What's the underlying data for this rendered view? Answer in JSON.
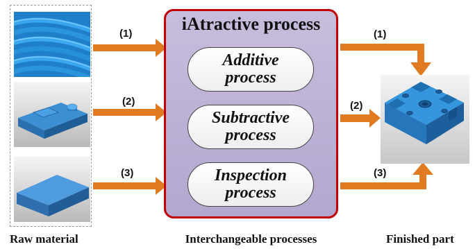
{
  "diagram": {
    "center_title": "iAtractive process",
    "processes": [
      {
        "line1": "Additive",
        "line2": "process"
      },
      {
        "line1": "Subtractive",
        "line2": "process"
      },
      {
        "line1": "Inspection",
        "line2": "process"
      }
    ],
    "input_labels": [
      "(1)",
      "(2)",
      "(3)"
    ],
    "output_labels": [
      "(1)",
      "(2)",
      "(3)"
    ],
    "captions": {
      "left": "Raw material",
      "center": "Interchangeable processes",
      "right": "Finished part"
    },
    "colors": {
      "arrow": "#e07b22",
      "box_border": "#c00000",
      "box_fill": "#b8acd2",
      "part_blue": "#2e8fd6"
    }
  }
}
